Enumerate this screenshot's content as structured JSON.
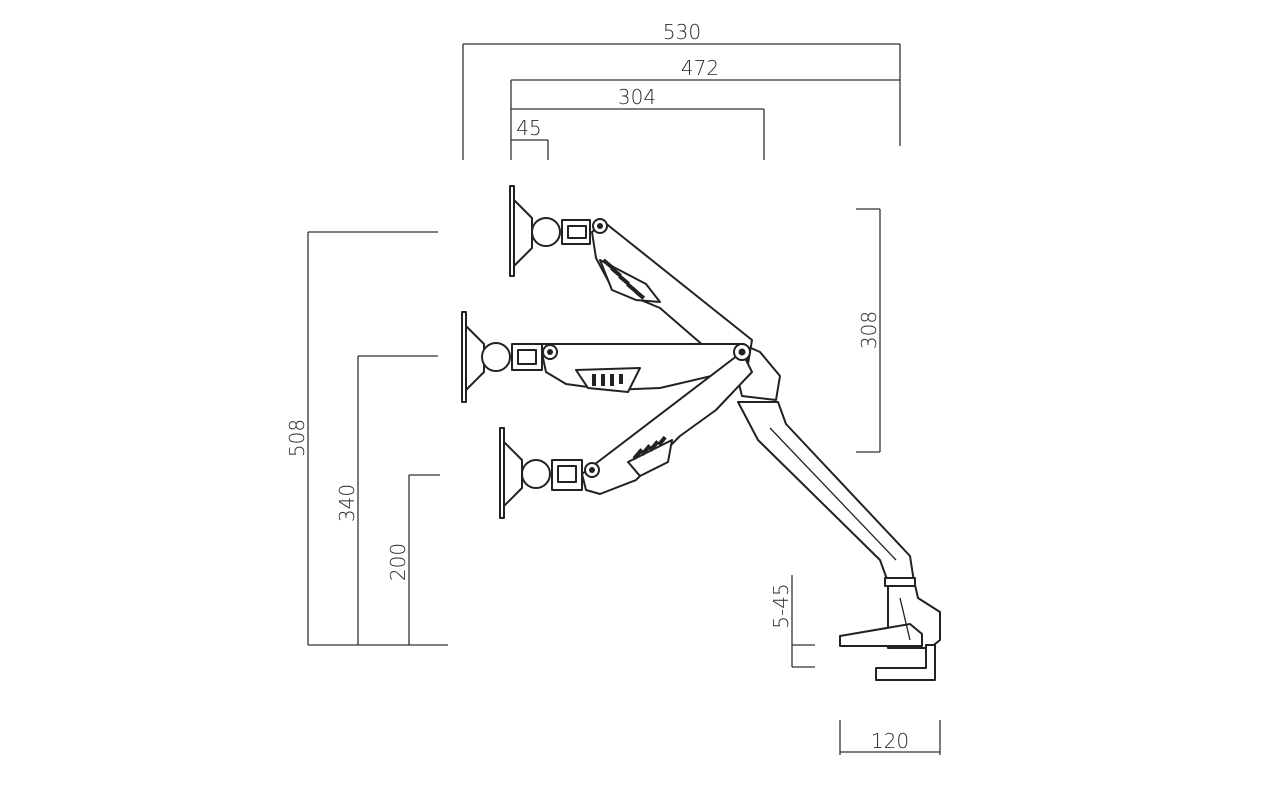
{
  "colors": {
    "line": "#333333",
    "background": "#ffffff"
  },
  "dimensions": {
    "overall_reach": "530",
    "arm_reach": "472",
    "pivot_reach": "304",
    "plate_offset": "45",
    "vertical_travel": "308",
    "max_height": "508",
    "mid_height": "340",
    "min_height": "200",
    "desk_thickness": "5-45",
    "clamp_depth": "120"
  }
}
